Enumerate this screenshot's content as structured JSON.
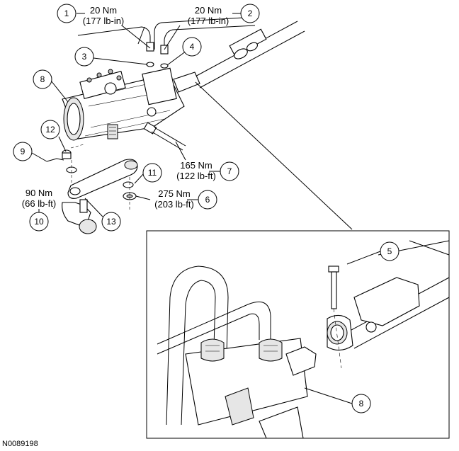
{
  "callouts": [
    {
      "num": "1"
    },
    {
      "num": "2"
    },
    {
      "num": "3"
    },
    {
      "num": "4"
    },
    {
      "num": "5"
    },
    {
      "num": "6"
    },
    {
      "num": "7"
    },
    {
      "num": "8"
    },
    {
      "num": "8"
    },
    {
      "num": "9"
    },
    {
      "num": "10"
    },
    {
      "num": "11"
    },
    {
      "num": "12"
    },
    {
      "num": "13"
    }
  ],
  "torques": {
    "t1": {
      "nm": "20 Nm",
      "imp": "(177 lb-in)"
    },
    "t2": {
      "nm": "20 Nm",
      "imp": "(177 lb-in)"
    },
    "t7": {
      "nm": "165 Nm",
      "imp": "(122 lb-ft)"
    },
    "t6": {
      "nm": "275 Nm",
      "imp": "(203 lb-ft)"
    },
    "t10": {
      "nm": "90 Nm",
      "imp": "(66 lb-ft)"
    }
  },
  "figure_id": "N0089198"
}
